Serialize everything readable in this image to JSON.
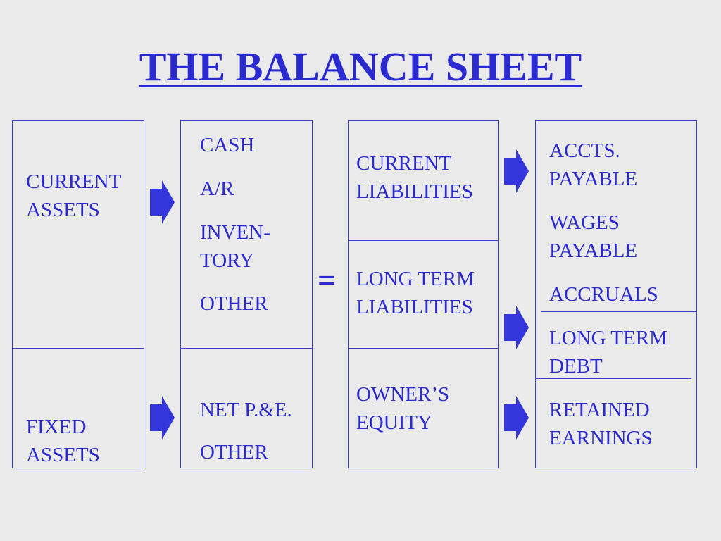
{
  "title": "THE BALANCE SHEET",
  "colors": {
    "text": "#2a2ad0",
    "lines": "#3b3bd6",
    "arrow": "#3535dc",
    "background": "#eaeaea"
  },
  "assets": {
    "current": "CURRENT\nASSETS",
    "fixed": "FIXED\nASSETS"
  },
  "asset_details": {
    "current_items": [
      "CASH",
      "A/R",
      "INVEN-\nTORY",
      "OTHER"
    ],
    "fixed_items": [
      "NET P.&E.",
      "OTHER"
    ]
  },
  "equals_sign": "=",
  "liabilities_equity": {
    "current_liabilities": "CURRENT\nLIABILITIES",
    "long_term_liabilities": "LONG TERM\nLIABILITIES",
    "owners_equity": "OWNER’S\nEQUITY"
  },
  "claim_details": {
    "current_items": [
      "ACCTS.\nPAYABLE",
      "WAGES\nPAYABLE",
      "ACCRUALS"
    ],
    "long_term_item": "LONG TERM\nDEBT",
    "equity_item": "RETAINED\nEARNINGS"
  },
  "icons": {
    "arrow": "right-arrow-icon"
  }
}
